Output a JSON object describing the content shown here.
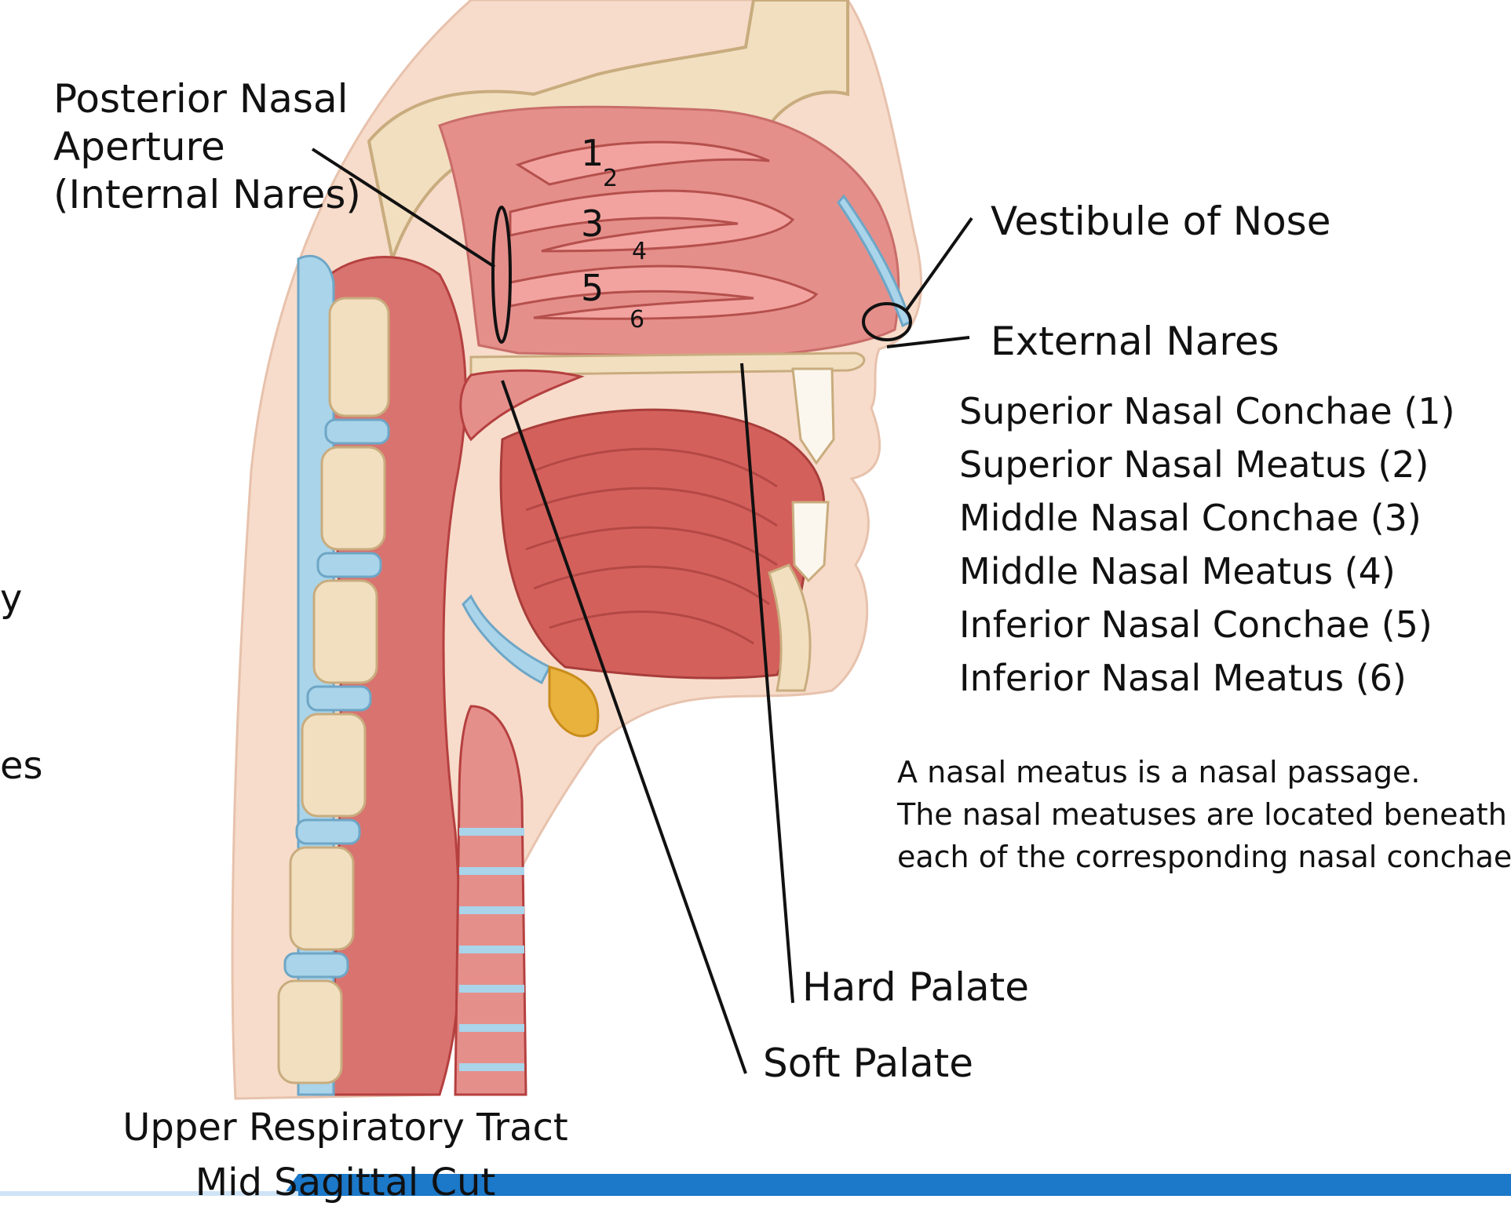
{
  "labels": {
    "posterior_nasal_aperture": [
      "Posterior Nasal",
      "Aperture",
      "(Internal Nares)"
    ],
    "vestibule_of_nose": "Vestibule of Nose",
    "external_nares": "External Nares",
    "hard_palate": "Hard Palate",
    "soft_palate": "Soft Palate"
  },
  "concha_markers": [
    "1",
    "2",
    "3",
    "4",
    "5",
    "6"
  ],
  "legend": [
    "Superior Nasal Conchae (1)",
    "Superior Nasal Meatus (2)",
    "Middle Nasal Conchae (3)",
    "Middle Nasal Meatus (4)",
    "Inferior Nasal Conchae (5)",
    "Inferior Nasal Meatus (6)"
  ],
  "note": [
    "A nasal meatus is a nasal passage.",
    "The nasal meatuses are located beneath",
    "each of the corresponding nasal conchae."
  ],
  "caption": [
    "Upper Respiratory Tract",
    "Mid Sagittal Cut"
  ],
  "edge_fragments": [
    "y",
    "es"
  ],
  "colors": {
    "tissue": "#e08a86",
    "tissue_dark": "#b5403f",
    "mucosa": "#f2a3a0",
    "bone": "#f1dfc0",
    "cartilage_blue": "#a9d4ea",
    "fat_yellow": "#e8b23d",
    "skin": "#f7dccb",
    "accent_bar": "#1c78c8"
  }
}
